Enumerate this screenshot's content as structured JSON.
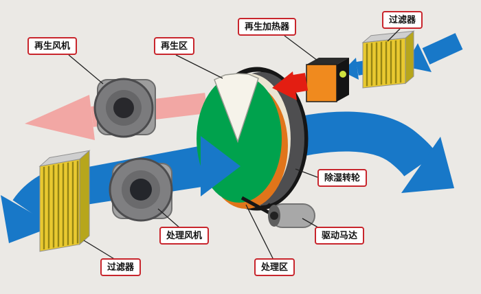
{
  "labels": {
    "regen_fan": "再生风机",
    "regen_zone": "再生区",
    "regen_heater": "再生加热器",
    "filter_top": "过滤器",
    "desiccant_wheel": "除湿转轮",
    "drive_motor": "驱动马达",
    "process_fan": "处理风机",
    "process_zone": "处理区",
    "filter_bottom": "过滤器"
  },
  "palette": {
    "background": "#ebe9e5",
    "process_air_blue": "#1878c8",
    "regen_exhaust_pink": "#f2a7a4",
    "hot_air_red": "#e31e12",
    "wheel_green": "#00a24d",
    "wheel_rim_gray": "#4e4e50",
    "wheel_face_cream": "#ece5d2",
    "wheel_orange": "#e0751a",
    "heater_orange": "#f08a1e",
    "heater_indicator": "#cfe23e",
    "filter_yellow": "#e9c930",
    "metal_gray": "#9d9d9d",
    "label_border_red": "#c8252c",
    "label_background": "#ffffff"
  }
}
